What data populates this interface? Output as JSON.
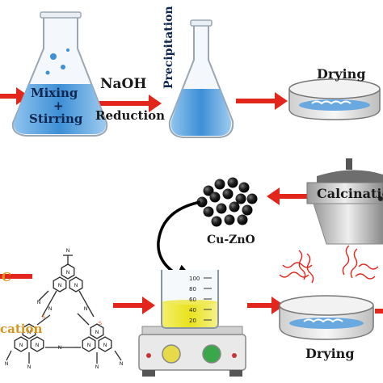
{
  "top_row": {
    "mixing_line1": "Mixing",
    "mixing_plus": "+",
    "mixing_line2": "Stirring",
    "naoh": "NaOH",
    "reduction": "Reduction",
    "precipitation": "Precipitation",
    "drying": "Drying"
  },
  "middle_row": {
    "calcination": "Calcination",
    "cu_zno": "Cu-ZnO"
  },
  "bottom_row": {
    "c_partial": "C",
    "cation_partial": "cation",
    "drying": "Drying",
    "beaker_ticks": [
      "100",
      "80",
      "60",
      "40",
      "20"
    ]
  },
  "colors": {
    "arrow": "#e2261c",
    "solution_blue": "#3d8fd6",
    "solution_yellow": "#e9e21c",
    "nanoparticle": "#111111",
    "structure": "#2b2b2b",
    "heteroatom_s": "#d9531e",
    "heat_waves": "#e2261c"
  }
}
